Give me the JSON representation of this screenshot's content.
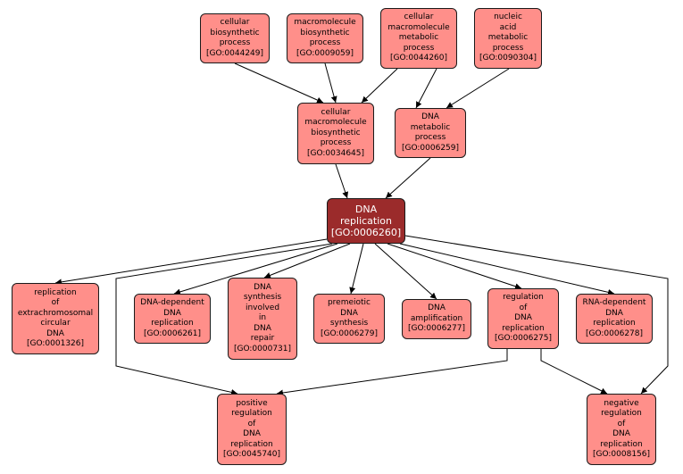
{
  "colors": {
    "node_fill": "#ff8f8a",
    "focus_fill": "#9b2b2b",
    "border": "#1a1a1a",
    "edge": "#000000"
  },
  "nodes": {
    "n0044249": {
      "lines": [
        "cellular",
        "biosynthetic",
        "process"
      ],
      "id": "[GO:0044249]"
    },
    "n0009059": {
      "lines": [
        "macromolecule",
        "biosynthetic",
        "process"
      ],
      "id": "[GO:0009059]"
    },
    "n0044260": {
      "lines": [
        "cellular",
        "macromolecule",
        "metabolic",
        "process"
      ],
      "id": "[GO:0044260]"
    },
    "n0090304": {
      "lines": [
        "nucleic",
        "acid",
        "metabolic",
        "process"
      ],
      "id": "[GO:0090304]"
    },
    "n0034645": {
      "lines": [
        "cellular",
        "macromolecule",
        "biosynthetic",
        "process"
      ],
      "id": "[GO:0034645]"
    },
    "n0006259": {
      "lines": [
        "DNA",
        "metabolic",
        "process"
      ],
      "id": "[GO:0006259]"
    },
    "n0006260": {
      "lines": [
        "DNA",
        "replication"
      ],
      "id": "[GO:0006260]"
    },
    "n0001326": {
      "lines": [
        "replication",
        "of",
        "extrachromosomal",
        "circular",
        "DNA"
      ],
      "id": "[GO:0001326]"
    },
    "n0006261": {
      "lines": [
        "DNA-dependent",
        "DNA",
        "replication"
      ],
      "id": "[GO:0006261]"
    },
    "n0000731": {
      "lines": [
        "DNA",
        "synthesis",
        "involved",
        "in",
        "DNA",
        "repair"
      ],
      "id": "[GO:0000731]"
    },
    "n0006279": {
      "lines": [
        "premeiotic",
        "DNA",
        "synthesis"
      ],
      "id": "[GO:0006279]"
    },
    "n0006277": {
      "lines": [
        "DNA",
        "amplification"
      ],
      "id": "[GO:0006277]"
    },
    "n0006275": {
      "lines": [
        "regulation",
        "of",
        "DNA",
        "replication"
      ],
      "id": "[GO:0006275]"
    },
    "n0006278": {
      "lines": [
        "RNA-dependent",
        "DNA",
        "replication"
      ],
      "id": "[GO:0006278]"
    },
    "n0045740": {
      "lines": [
        "positive",
        "regulation",
        "of",
        "DNA",
        "replication"
      ],
      "id": "[GO:0045740]"
    },
    "n0008156": {
      "lines": [
        "negative",
        "regulation",
        "of",
        "DNA",
        "replication"
      ],
      "id": "[GO:0008156]"
    }
  },
  "edges": [
    [
      "n0044249",
      "n0034645"
    ],
    [
      "n0009059",
      "n0034645"
    ],
    [
      "n0044260",
      "n0034645"
    ],
    [
      "n0044260",
      "n0006259"
    ],
    [
      "n0090304",
      "n0006259"
    ],
    [
      "n0034645",
      "n0006260"
    ],
    [
      "n0006259",
      "n0006260"
    ],
    [
      "n0006260",
      "n0001326"
    ],
    [
      "n0006260",
      "n0006261"
    ],
    [
      "n0006260",
      "n0000731"
    ],
    [
      "n0006260",
      "n0006279"
    ],
    [
      "n0006260",
      "n0006277"
    ],
    [
      "n0006260",
      "n0006275"
    ],
    [
      "n0006260",
      "n0006278"
    ],
    [
      "n0006260",
      "n0045740"
    ],
    [
      "n0006260",
      "n0008156"
    ],
    [
      "n0006275",
      "n0045740"
    ],
    [
      "n0006275",
      "n0008156"
    ]
  ]
}
